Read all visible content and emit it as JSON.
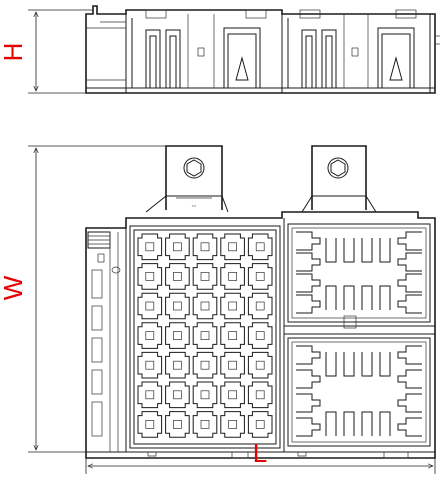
{
  "dimensions": {
    "height_label": "H",
    "width_label": "W",
    "length_label": "L"
  },
  "colors": {
    "dimension_text": "#e60000",
    "linework": "#1a1a1a",
    "background": "#ffffff"
  }
}
